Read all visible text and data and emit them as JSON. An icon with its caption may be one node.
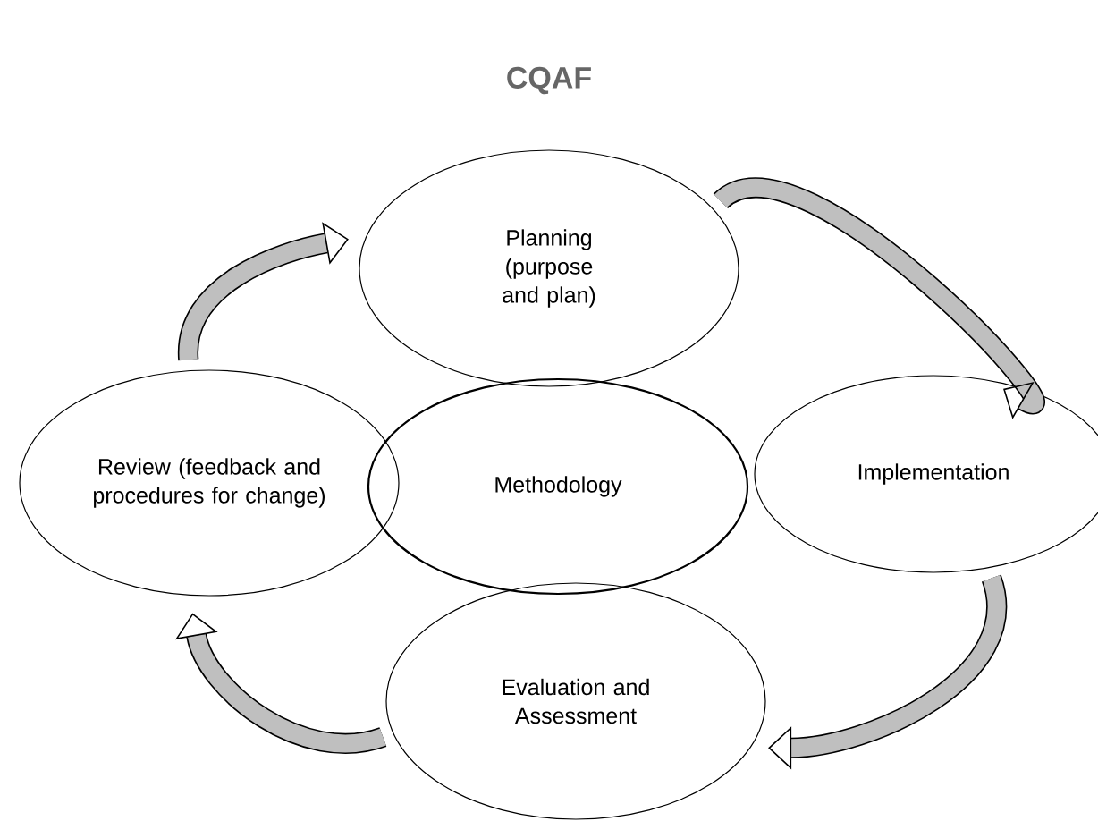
{
  "diagram": {
    "title": "CQAF",
    "nodes": [
      {
        "text": [
          "Planning (purpose and plan)"
        ]
      },
      {
        "text": [
          "Review (feedback and procedures for change)"
        ]
      },
      {
        "text": [
          "Methodology"
        ]
      },
      {
        "text": [
          "Implementation"
        ]
      },
      {
        "text": [
          "Evaluation and Assessment"
        ]
      }
    ],
    "edges": [
      {
        "from": 1,
        "to": 0,
        "arrow": "to"
      },
      {
        "from": 0,
        "to": 3,
        "arrow": "to"
      },
      {
        "from": 3,
        "to": 4,
        "arrow": "to"
      },
      {
        "from": 4,
        "to": 1,
        "arrow": "to"
      }
    ]
  }
}
